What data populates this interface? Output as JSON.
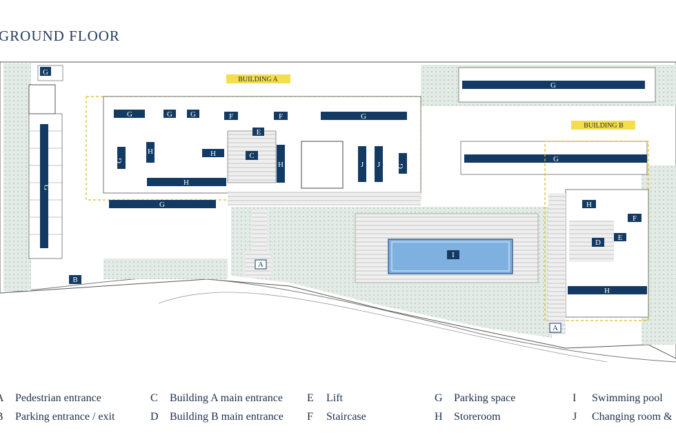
{
  "page": {
    "title": "GROUND FLOOR"
  },
  "buildings": {
    "a": "BUILDING A",
    "b": "BUILDING B"
  },
  "markers": {
    "pedestrian": "A",
    "parking_entrance": "B",
    "building_a_entrance": "C",
    "building_b_entrance": "D",
    "lift": "E",
    "staircase": "F",
    "parking_space": "G",
    "storeroom": "H",
    "swimming_pool": "I",
    "changing": "J"
  },
  "legend": [
    {
      "key": "A",
      "label": "Pedestrian entrance"
    },
    {
      "key": "B",
      "label": "Parking entrance / exit"
    },
    {
      "key": "C",
      "label": "Building A main entrance"
    },
    {
      "key": "D",
      "label": "Building B main entrance"
    },
    {
      "key": "E",
      "label": "Lift"
    },
    {
      "key": "F",
      "label": "Staircase"
    },
    {
      "key": "G",
      "label": "Parking space"
    },
    {
      "key": "H",
      "label": "Storeroom"
    },
    {
      "key": "I",
      "label": "Swimming pool"
    },
    {
      "key": "J",
      "label": "Changing room &"
    }
  ],
  "colors": {
    "navy": "#133a63",
    "pool": "#7fb1e0",
    "garden": "#dfe9e3",
    "highlight": "#f4de4e",
    "boundary": "#d9b81f"
  }
}
